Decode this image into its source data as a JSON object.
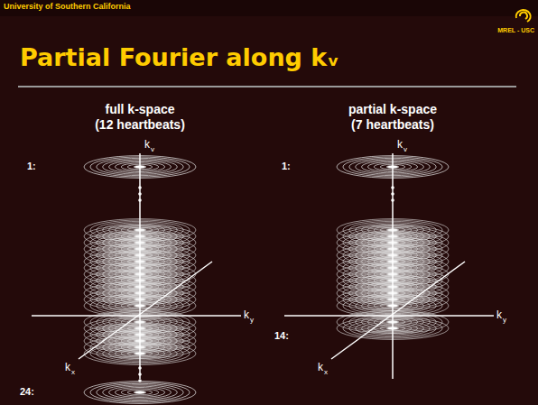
{
  "diagram": {
    "title": "Partial Fourier along kᵥ",
    "labels": [
      "University of Southern California",
      "MREL - USC",
      "full k-space",
      "(12 heartbeats)",
      "partial k-space",
      "(7 heartbeats)",
      "k",
      "v",
      "1:",
      "k",
      "y",
      "k",
      "x",
      "24:",
      "k",
      "v",
      "1:",
      "14:",
      "k",
      "y",
      "k",
      "x"
    ]
  }
}
